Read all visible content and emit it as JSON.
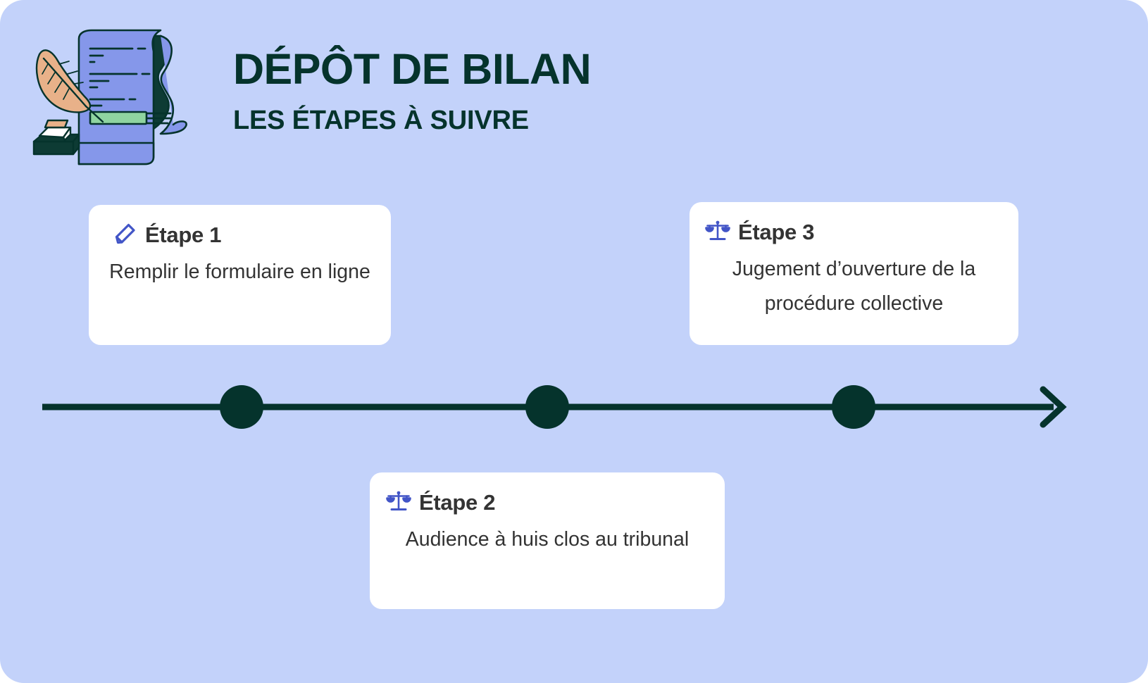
{
  "page": {
    "background_color": "#c3d2fa",
    "accent_dark": "#05332c",
    "accent_blue": "#4255c7",
    "card_background": "#ffffff",
    "text_color": "#333333"
  },
  "illustration": {
    "name": "scroll-quill-inkwell-illustration",
    "elements": [
      "parchment-scroll",
      "feather-quill",
      "inkwell"
    ],
    "colors": {
      "paper": "#8597ea",
      "paper_shadow": "#0d3b34",
      "outline": "#05332c",
      "feather": "#e8b189",
      "highlight": "#8fd4a0",
      "ink_lines": "#05332c"
    }
  },
  "header": {
    "title": "DÉPÔT DE BILAN",
    "subtitle": "LES ÉTAPES À SUIVRE"
  },
  "timeline": {
    "name": "horizontal-timeline",
    "line_color": "#05332c",
    "dot_color": "#05332c",
    "dot_count": 3,
    "arrow_direction": "right"
  },
  "steps": [
    {
      "id": "step-1",
      "icon": "pencil-icon",
      "title": "Étape 1",
      "body": "Remplir le formulaire en ligne"
    },
    {
      "id": "step-2",
      "icon": "scales-of-justice-icon",
      "title": "Étape 2",
      "body": "Audience à huis clos au tribunal"
    },
    {
      "id": "step-3",
      "icon": "scales-of-justice-icon",
      "title": "Étape 3",
      "body": "Jugement d’ouverture de la procédure collective"
    }
  ]
}
